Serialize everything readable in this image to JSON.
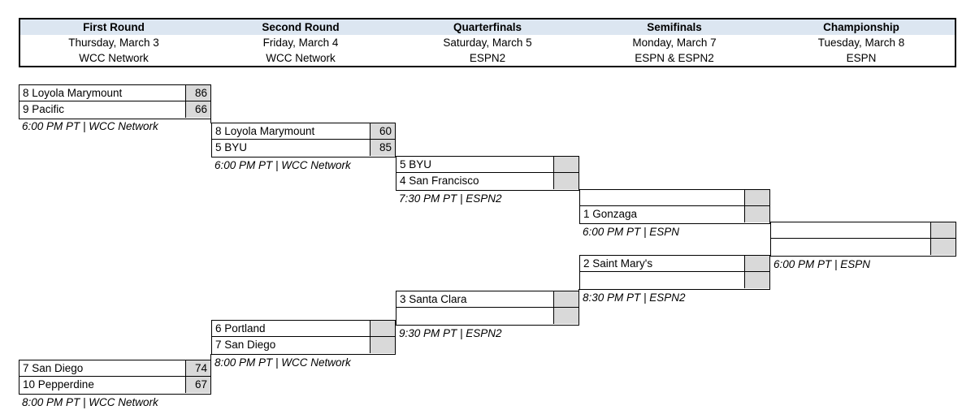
{
  "header": {
    "columns": [
      {
        "round": "First Round",
        "date": "Thursday, March 3",
        "network": "WCC Network"
      },
      {
        "round": "Second Round",
        "date": "Friday, March 4",
        "network": "WCC Network"
      },
      {
        "round": "Quarterfinals",
        "date": "Saturday, March 5",
        "network": "ESPN2"
      },
      {
        "round": "Semifinals",
        "date": "Monday, March 7",
        "network": "ESPN & ESPN2"
      },
      {
        "round": "Championship",
        "date": "Tuesday, March 8",
        "network": "ESPN"
      }
    ]
  },
  "games": {
    "r1g1": {
      "round": "First Round",
      "slots": [
        {
          "team": "8 Loyola Marymount",
          "score": "86"
        },
        {
          "team": "9 Pacific",
          "score": "66"
        }
      ],
      "time": "6:00 PM PT | WCC Network"
    },
    "r1g2": {
      "round": "First Round",
      "slots": [
        {
          "team": "7 San Diego",
          "score": "74"
        },
        {
          "team": "10 Pepperdine",
          "score": "67"
        }
      ],
      "time": "8:00 PM PT | WCC Network"
    },
    "r2g1": {
      "round": "Second Round",
      "slots": [
        {
          "team": "8 Loyola Marymount",
          "score": "60"
        },
        {
          "team": "5 BYU",
          "score": "85"
        }
      ],
      "time": "6:00 PM PT | WCC Network"
    },
    "r2g2": {
      "round": "Second Round",
      "slots": [
        {
          "team": "6 Portland",
          "score": ""
        },
        {
          "team": "7 San Diego",
          "score": ""
        }
      ],
      "time": "8:00 PM PT | WCC Network"
    },
    "qf1": {
      "round": "Quarterfinals",
      "slots": [
        {
          "team": "5 BYU",
          "score": ""
        },
        {
          "team": "4 San Francisco",
          "score": ""
        }
      ],
      "time": "7:30 PM PT | ESPN2"
    },
    "qf2": {
      "round": "Quarterfinals",
      "slots": [
        {
          "team": "3 Santa Clara",
          "score": ""
        },
        {
          "team": "",
          "score": ""
        }
      ],
      "time": "9:30 PM PT | ESPN2"
    },
    "sf1": {
      "round": "Semifinals",
      "slots": [
        {
          "team": "",
          "score": ""
        },
        {
          "team": "1 Gonzaga",
          "score": ""
        }
      ],
      "time": "6:00 PM PT | ESPN"
    },
    "sf2": {
      "round": "Semifinals",
      "slots": [
        {
          "team": "2 Saint Mary's",
          "score": ""
        },
        {
          "team": "",
          "score": ""
        }
      ],
      "time": "8:30 PM PT | ESPN2"
    },
    "champ": {
      "round": "Championship",
      "slots": [
        {
          "team": "",
          "score": ""
        },
        {
          "team": "",
          "score": ""
        }
      ],
      "time": "6:00 PM PT | ESPN"
    }
  },
  "colors": {
    "header_fill": "#DCE6F1",
    "score_fill": "#D9D9D9",
    "border": "#000000"
  }
}
